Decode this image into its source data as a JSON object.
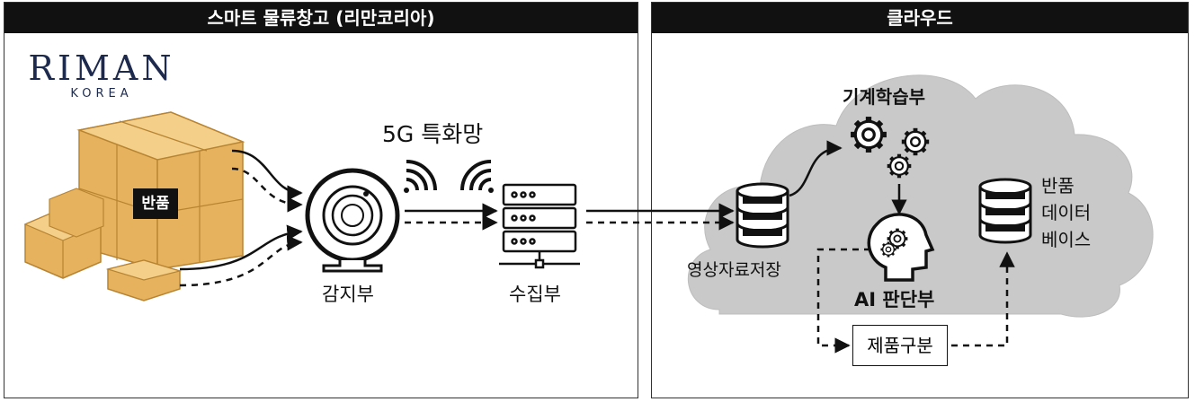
{
  "left_panel": {
    "title": "스마트 물류창고 (리만코리아)",
    "logo_main": "RIMAN",
    "logo_sub": "KOREA",
    "returns_tag": "반품",
    "network_label": "5G 특화망",
    "sensor_label": "감지부",
    "collector_label": "수집부"
  },
  "right_panel": {
    "title": "클라우드",
    "storage_label": "영상자료저장",
    "ml_label": "기계학습부",
    "ai_label": "AI 판단부",
    "db_label_lines": [
      "반품",
      "데이터",
      "베이스"
    ],
    "classify_label": "제품구분"
  },
  "colors": {
    "header_bg": "#111111",
    "cloud_fill": "#c9c9c9",
    "box_fill": "#e7b25d",
    "logo_color": "#1d2a4d"
  },
  "icons": [
    "box-pile-icon",
    "camera-sensor-icon",
    "wifi-signal-icon",
    "server-rack-icon",
    "database-icon",
    "gears-icon",
    "ai-head-icon"
  ]
}
